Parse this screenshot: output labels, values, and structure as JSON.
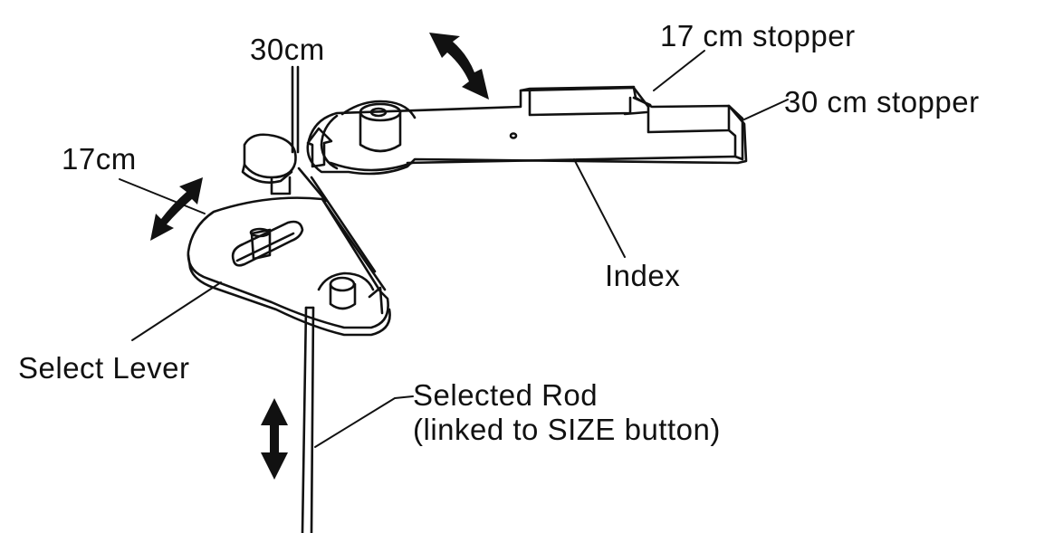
{
  "labels": {
    "thirty_cm": "30cm",
    "seventeen_cm_stopper": "17 cm stopper",
    "thirty_cm_stopper": "30 cm stopper",
    "seventeen_cm": "17cm",
    "index": "Index",
    "select_lever": "Select Lever",
    "selected_rod_line1": "Selected Rod",
    "selected_rod_line2": "(linked to SIZE button)"
  },
  "colors": {
    "ink": "#111111",
    "background": "#ffffff"
  }
}
